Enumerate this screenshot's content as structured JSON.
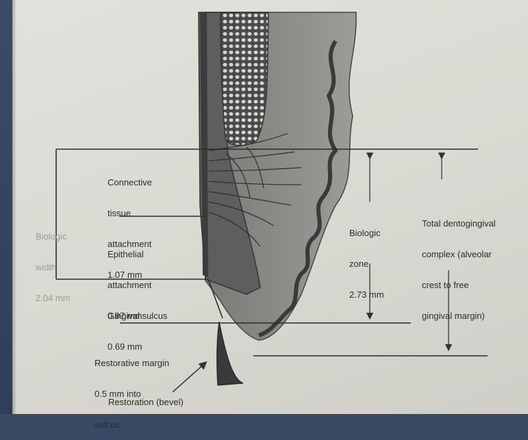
{
  "labels": {
    "connective": [
      "Connective",
      "tissue",
      "attachment",
      "1.07 mm"
    ],
    "biologic_width": [
      "Biologic",
      "width",
      "2.04 mm"
    ],
    "epithelial": [
      "Epithelial",
      "attachment",
      "0.97 mm"
    ],
    "sulcus": [
      "Gingival sulcus",
      "0.69 mm"
    ],
    "margin": [
      "Restorative margin",
      "0.5 mm into",
      "sulcus"
    ],
    "restoration": "Restoration (bevel)",
    "biologic_zone": [
      "Biologic",
      "zone",
      "2.73 mm"
    ],
    "total": [
      "Total dentogingival",
      "complex (alveolar",
      "crest to free",
      "gingival margin)"
    ]
  },
  "colors": {
    "background": "#34425e",
    "paper": "#dcdcd6",
    "ink": "#2b2b2b",
    "tooth": "#6e6e6e",
    "bone": "#d8d8d4",
    "gingiva": "#8a8a88"
  }
}
